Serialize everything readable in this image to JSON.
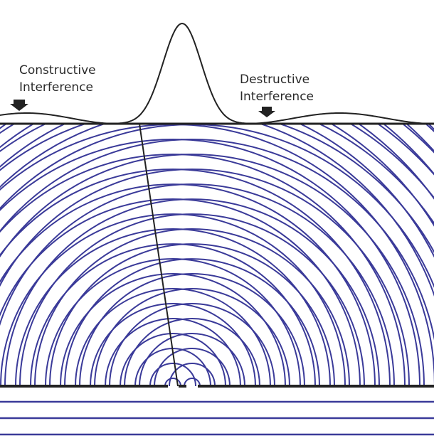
{
  "labels": {
    "constructive": {
      "line1": "Constructive",
      "line2": "Interference"
    },
    "destructive": {
      "line1": "Destructive",
      "line2": "Interference"
    }
  },
  "colors": {
    "wave": "#3a3a99",
    "ink": "#222222",
    "background": "#ffffff"
  },
  "icons": {
    "constructive_marker": "arrow-down-icon",
    "destructive_marker": "arrow-down-icon"
  }
}
